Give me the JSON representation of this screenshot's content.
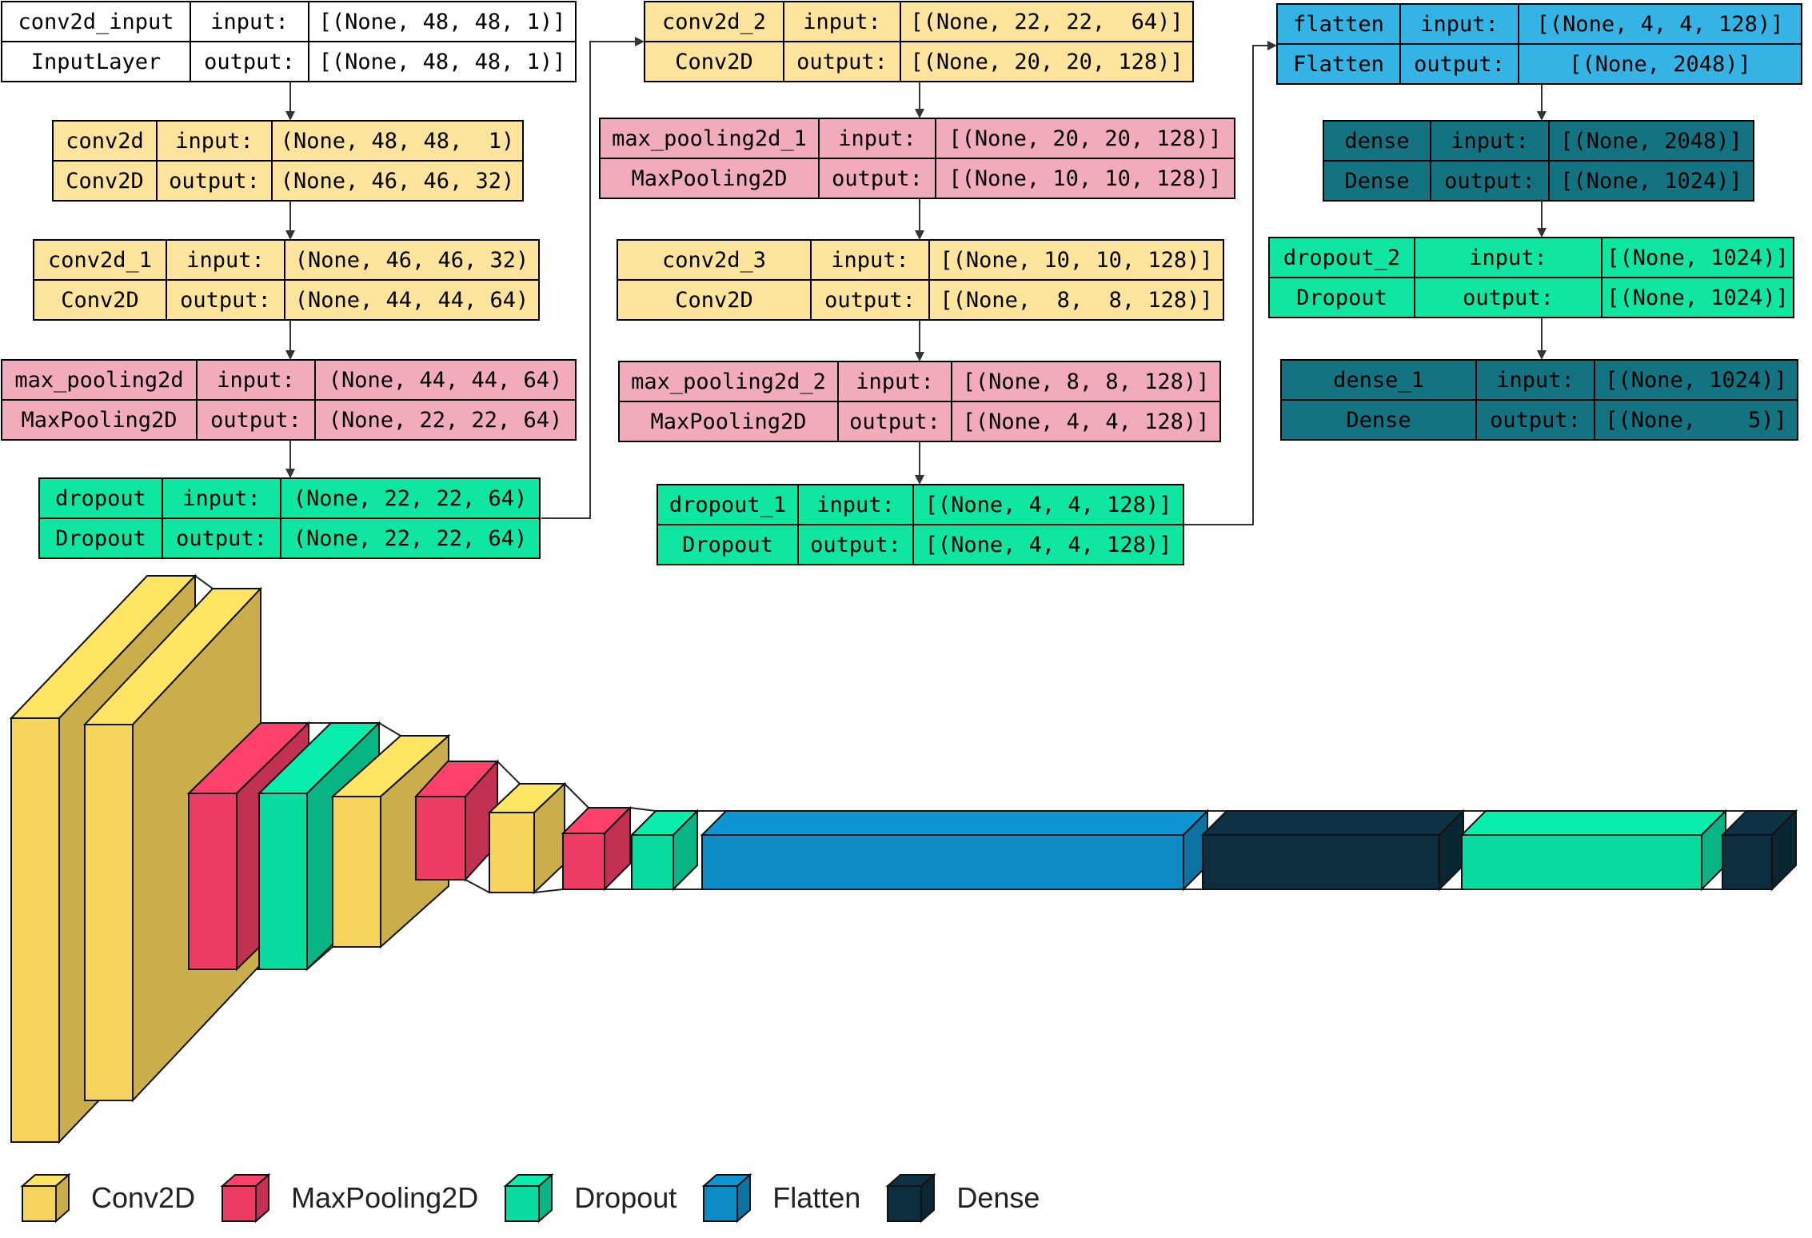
{
  "colors": {
    "conv": "#FDE49C",
    "pool": "#F2ABBB",
    "drop": "#0EE6A2",
    "flat": "#33B4E5",
    "dense": "#137381",
    "input": "#FFFFFF",
    "viz_conv": "#F6D45C",
    "viz_pool": "#EC3C63",
    "viz_drop": "#09DCA0",
    "viz_flat": "#0D8BC4",
    "viz_dense": "#0C2E3E"
  },
  "model": {
    "column1": [
      {
        "name": "conv2d_input",
        "type": "InputLayer",
        "input": "[(None, 48, 48, 1)]",
        "output": "[(None, 48, 48, 1)]",
        "color": "input"
      },
      {
        "name": "conv2d",
        "type": "Conv2D",
        "input": "(None, 48, 48,  1)",
        "output": "(None, 46, 46, 32)",
        "color": "conv"
      },
      {
        "name": "conv2d_1",
        "type": "Conv2D",
        "input": "(None, 46, 46, 32)",
        "output": "(None, 44, 44, 64)",
        "color": "conv"
      },
      {
        "name": "max_pooling2d",
        "type": "MaxPooling2D",
        "input": "(None, 44, 44, 64)",
        "output": "(None, 22, 22, 64)",
        "color": "pool"
      },
      {
        "name": "dropout",
        "type": "Dropout",
        "input": "(None, 22, 22, 64)",
        "output": "(None, 22, 22, 64)",
        "color": "drop"
      }
    ],
    "column2": [
      {
        "name": "conv2d_2",
        "type": "Conv2D",
        "input": "[(None, 22, 22,  64)]",
        "output": "[(None, 20, 20, 128)]",
        "color": "conv"
      },
      {
        "name": "max_pooling2d_1",
        "type": "MaxPooling2D",
        "input": "[(None, 20, 20, 128)]",
        "output": "[(None, 10, 10, 128)]",
        "color": "pool"
      },
      {
        "name": "conv2d_3",
        "type": "Conv2D",
        "input": "[(None, 10, 10, 128)]",
        "output": "[(None,  8,  8, 128)]",
        "color": "conv"
      },
      {
        "name": "max_pooling2d_2",
        "type": "MaxPooling2D",
        "input": "[(None, 8, 8, 128)]",
        "output": "[(None, 4, 4, 128)]",
        "color": "pool"
      },
      {
        "name": "dropout_1",
        "type": "Dropout",
        "input": "[(None, 4, 4, 128)]",
        "output": "[(None, 4, 4, 128)]",
        "color": "drop"
      }
    ],
    "column3": [
      {
        "name": "flatten",
        "type": "Flatten",
        "input": "[(None, 4, 4, 128)]",
        "output": "[(None, 2048)]",
        "color": "flat"
      },
      {
        "name": "dense",
        "type": "Dense",
        "input": "[(None, 2048)]",
        "output": "[(None, 1024)]",
        "color": "dense"
      },
      {
        "name": "dropout_2",
        "type": "Dropout",
        "input": "[(None, 1024)]",
        "output": "[(None, 1024)]",
        "color": "drop"
      },
      {
        "name": "dense_1",
        "type": "Dense",
        "input": "[(None, 1024)]",
        "output": "[(None,    5)]",
        "color": "dense"
      }
    ],
    "input_label": "input:",
    "output_label": "output:"
  },
  "visualization": {
    "layers": [
      {
        "name": "conv2d",
        "type": "Conv2D"
      },
      {
        "name": "conv2d_1",
        "type": "Conv2D"
      },
      {
        "name": "max_pooling2d",
        "type": "MaxPooling2D"
      },
      {
        "name": "dropout",
        "type": "Dropout"
      },
      {
        "name": "conv2d_2",
        "type": "Conv2D"
      },
      {
        "name": "max_pooling2d_1",
        "type": "MaxPooling2D"
      },
      {
        "name": "conv2d_3",
        "type": "Conv2D"
      },
      {
        "name": "max_pooling2d_2",
        "type": "MaxPooling2D"
      },
      {
        "name": "dropout_1",
        "type": "Dropout"
      },
      {
        "name": "flatten",
        "type": "Flatten"
      },
      {
        "name": "dense",
        "type": "Dense"
      },
      {
        "name": "dropout_2",
        "type": "Dropout"
      },
      {
        "name": "dense_1",
        "type": "Dense"
      }
    ]
  },
  "legend": [
    {
      "label": "Conv2D",
      "color": "#F6D45C"
    },
    {
      "label": "MaxPooling2D",
      "color": "#EC3C63"
    },
    {
      "label": "Dropout",
      "color": "#09DCA0"
    },
    {
      "label": "Flatten",
      "color": "#0D8BC4"
    },
    {
      "label": "Dense",
      "color": "#0C2E3E"
    }
  ]
}
